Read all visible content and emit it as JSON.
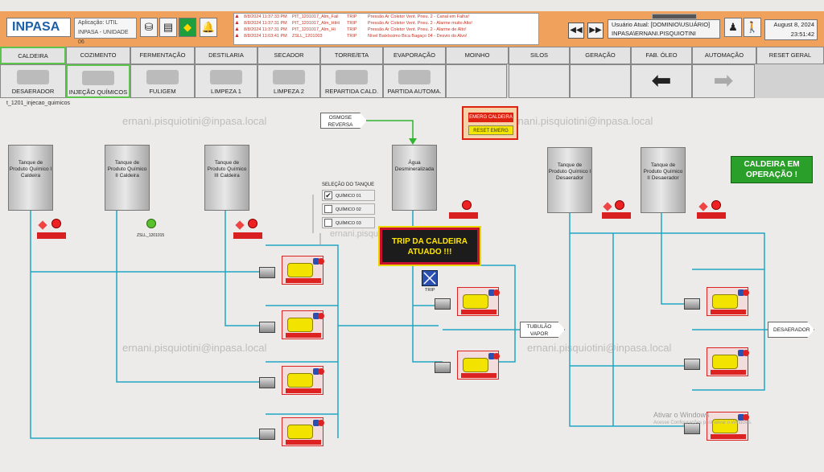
{
  "topbar": {
    "logo": "INPASA",
    "app": {
      "line1": "Aplicação: UTIL",
      "line2": "INPASA - UNIDADE 06"
    },
    "icons": [
      "save-icon",
      "print-icon",
      "brazil-flag-icon",
      "bell-icon"
    ]
  },
  "alarms": [
    {
      "time": "8/8/2024 11:37:33 PM",
      "tag": "PIT_1201017_Alm_Fail",
      "severity": "TRIP",
      "message": "Pressão Ar Coletor Vent. Pneu. 2 - Canal em Falha!"
    },
    {
      "time": "8/8/2024 11:37:31 PM",
      "tag": "PIT_1201017_Alm_HiHi",
      "severity": "TRIP",
      "message": "Pressão Ar Coletor Vent. Pneu. 2 - Alarme muito Alto!"
    },
    {
      "time": "8/8/2024 11:37:31 PM",
      "tag": "PIT_1201017_Alm_Hi",
      "severity": "TRIP",
      "message": "Pressão Ar Coletor Vent. Pneu. 2 - Alarme de Alto!"
    },
    {
      "time": "8/8/2024 11:03:41 PM",
      "tag": "ZSLL_1201003",
      "severity": "TRIP",
      "message": "Nível Baixíssimo Bica Bagaço 04 - Desvio do Alvo!"
    }
  ],
  "user": {
    "line1": "Usuário Atual: [DOMINIO\\USUÁRIO]",
    "line2": "INPASA\\ERNANI.PISQUIOTINI"
  },
  "datetime": {
    "date": "August 8, 2024",
    "time": "23:51:42"
  },
  "menu1": [
    "CALDEIRA",
    "COZIMENTO",
    "FERMENTAÇÃO",
    "DESTILARIA",
    "SECADOR",
    "TORRE/ETA",
    "EVAPORAÇÃO",
    "MOINHO",
    "SILOS",
    "GERAÇÃO",
    "FAB. ÓLEO",
    "AUTOMAÇÃO",
    "RESET GERAL"
  ],
  "menu2": [
    "DESAERADOR",
    "INJEÇÃO QUÍMICOS",
    "FULIGEM",
    "LIMPEZA 1",
    "LIMPEZA 2",
    "REPARTIDA CALD.",
    "PARTIDA AUTOMA."
  ],
  "screen_title": "t_1201_injecao_quimicos",
  "tanks": [
    {
      "label": "Tanque de Produto Químico I Caldeira"
    },
    {
      "label": "Tanque de Produto Químico II Caldeira"
    },
    {
      "label": "Tanque de Produto Químico III Caldeira"
    },
    {
      "label": "Água Desmineralizada"
    },
    {
      "label": "Tanque de Produto Químico I Desaerador"
    },
    {
      "label": "Tanque de Produto Químico II Desaerador"
    }
  ],
  "tag_zsll": "ZSLL_1201015",
  "osmose": "OSMOSE REVERSA",
  "emerg": {
    "title": "EMERG CALDEIRA",
    "reset": "RESET EMERG"
  },
  "operacao": "CALDEIRA EM OPERAÇÃO !",
  "trip_banner": "TRIP DA CALDEIRA ATUADO !!!",
  "trip_label": "TRIP",
  "selecao": {
    "title": "SELEÇÃO DO TANQUE",
    "options": [
      "QUÍMICO 01",
      "QUÍMICO 02",
      "QUÍMICO 03"
    ],
    "checked": 0
  },
  "tubulao": "TUBULÃO VAPOR",
  "desaerador_out": "DESAERADOR",
  "watermark": "ernani.pisquiotini@inpasa.local",
  "windows": {
    "line1": "Ativar o Windows",
    "line2": "Acesse Configurações para ativar o Windows."
  },
  "colors": {
    "topbar": "#f0a25c",
    "pipe": "#20a7c4",
    "alarm": "#d82020",
    "ok": "#2aa02a",
    "trip_text": "#ffe600"
  }
}
